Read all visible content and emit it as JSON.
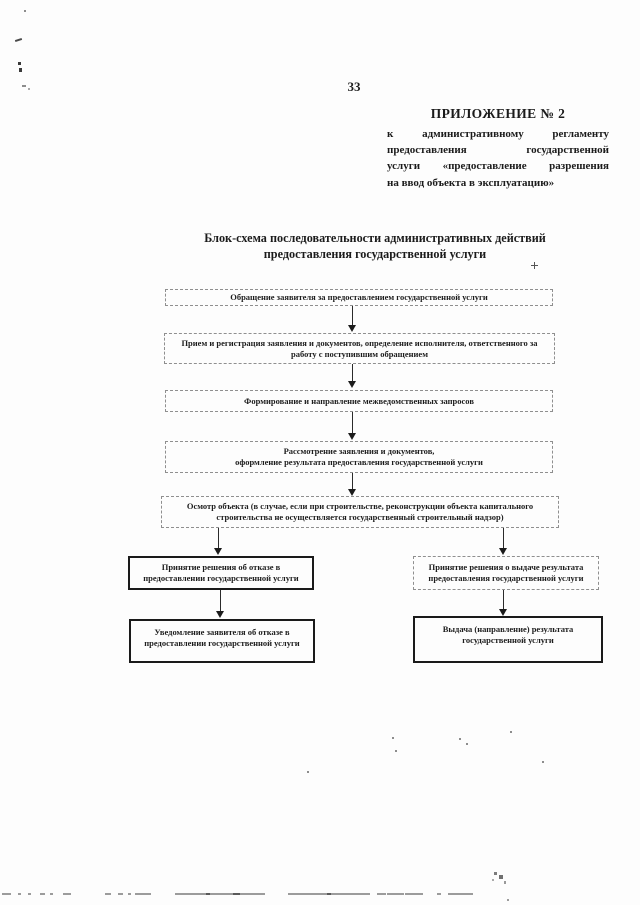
{
  "page": {
    "number": "33"
  },
  "appendix": {
    "heading": "ПРИЛОЖЕНИЕ № 2",
    "lines": [
      "к административному регламенту",
      "предоставления государственной",
      "услуги «предоставление разрешения",
      "на ввод объекта в эксплуатацию»"
    ]
  },
  "title": "Блок-схема последовательности административных действий\nпредоставления государственной услуги",
  "flowchart": {
    "connector_icon": "arrow-down",
    "nodes": [
      {
        "id": "applicant-request",
        "label": "Обращение заявителя за предоставлением государственной услуги"
      },
      {
        "id": "reception-registration",
        "label": "Прием и регистрация заявления и документов, определение исполнителя, ответственного за\nработу с поступившим обращением"
      },
      {
        "id": "interagency-requests",
        "label": "Формирование и направление межведомственных запросов"
      },
      {
        "id": "review-and-result",
        "label": "Рассмотрение заявления и документов,\nоформление результата предоставления государственной услуги"
      },
      {
        "id": "object-inspection",
        "label": "Осмотр объекта (в случае, если при строительстве, реконструкции объекта капитального\nстроительства не осуществляется государственный строительный надзор)"
      },
      {
        "id": "decision-refusal",
        "label": "Принятие решения об отказе в\nпредоставлении государственной услуги"
      },
      {
        "id": "decision-issue",
        "label": "Принятие решения о выдаче результата\nпредоставления государственной услуги"
      },
      {
        "id": "refusal-notification",
        "label": "Уведомление заявителя об отказе в\nпредоставлении государственной услуги"
      },
      {
        "id": "result-delivery",
        "label": "Выдача (направление) результата\nгосударственной услуги"
      }
    ]
  },
  "colors": {
    "paper": "#fdfdfd",
    "ink": "#1b1b1b",
    "dashed_border": "#8f8f8f",
    "solid_border": "#1a1a1a"
  }
}
